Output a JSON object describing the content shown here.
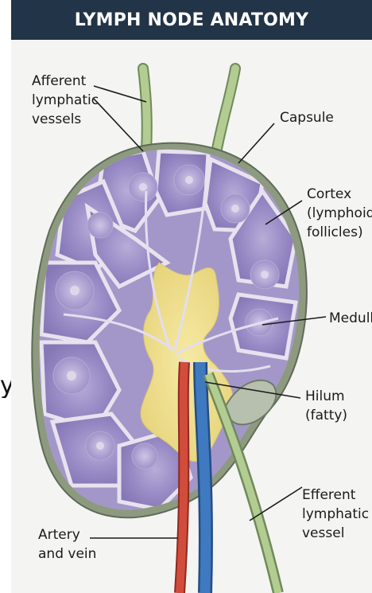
{
  "title": "LYMPH NODE ANATOMY",
  "labels": {
    "afferent": "Afferent\nlymphatic\nvessels",
    "capsule": "Capsule",
    "cortex": "Cortex\n(lymphoid\nfollicles)",
    "medulla": "Medulla",
    "hilum": "Hilum\n(fatty)",
    "efferent": "Efferent\nlymphatic\nvessel",
    "artery_vein": "Artery\nand vein"
  },
  "edge_fragment": "ys",
  "colors": {
    "title_bg": "#223447",
    "capsule": "#8c9a7e",
    "cortex": "#9485c0",
    "medulla_fat": "#efe08c",
    "lymph_vessel": "#a9c48a",
    "artery": "#d24c3c",
    "vein": "#3f79bf"
  }
}
